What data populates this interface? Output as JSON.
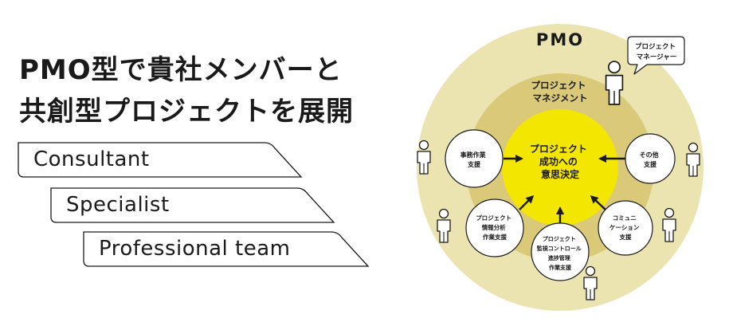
{
  "headline": {
    "line1": "PMO型で貴社メンバーと",
    "line2": "共創型プロジェクトを展開"
  },
  "tags": [
    "Consultant",
    "Specialist",
    "Professional team"
  ],
  "diagram": {
    "outer_label": "PMO",
    "middle_label": [
      "プロジェクト",
      "マネジメント"
    ],
    "center_label": [
      "プロジェクト",
      "成功への",
      "意思決定"
    ],
    "speech_bubble": [
      "プロジェクト",
      "マネージャー"
    ],
    "nodes": {
      "jimu": [
        "事務作業",
        "支援"
      ],
      "sonota": [
        "その他",
        "支援"
      ],
      "joho": [
        "プロジェクト",
        "情報分析",
        "作業支援"
      ],
      "kanshi": [
        "プロジェクト",
        "監視コントロール",
        "進捗管理",
        "作業支援"
      ],
      "comm": [
        "コミュニ",
        "ケーション",
        "支援"
      ]
    },
    "colors": {
      "outer": "#ebe3b0",
      "middle": "#d9c978",
      "center": "#f3e600",
      "ink": "#1a1a1a"
    }
  }
}
